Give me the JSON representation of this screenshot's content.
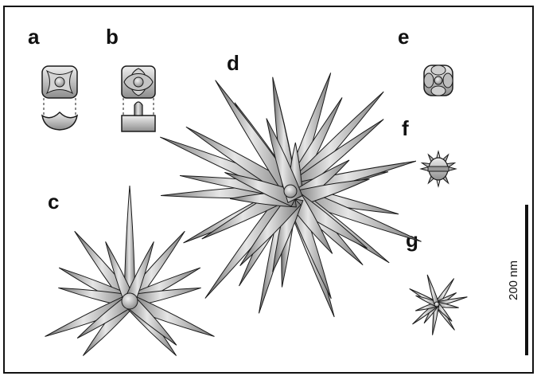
{
  "figure": {
    "panel_labels": [
      "a",
      "b",
      "c",
      "d",
      "e",
      "f",
      "g"
    ],
    "scale_bar": {
      "label": "200 nm"
    },
    "colors": {
      "frame": "#111111",
      "outline": "#1a1a1a",
      "shade_light": "#e6e6e6",
      "shade_mid": "#a8a8a8",
      "shade_dark": "#6e6e6e",
      "background": "#ffffff"
    }
  }
}
